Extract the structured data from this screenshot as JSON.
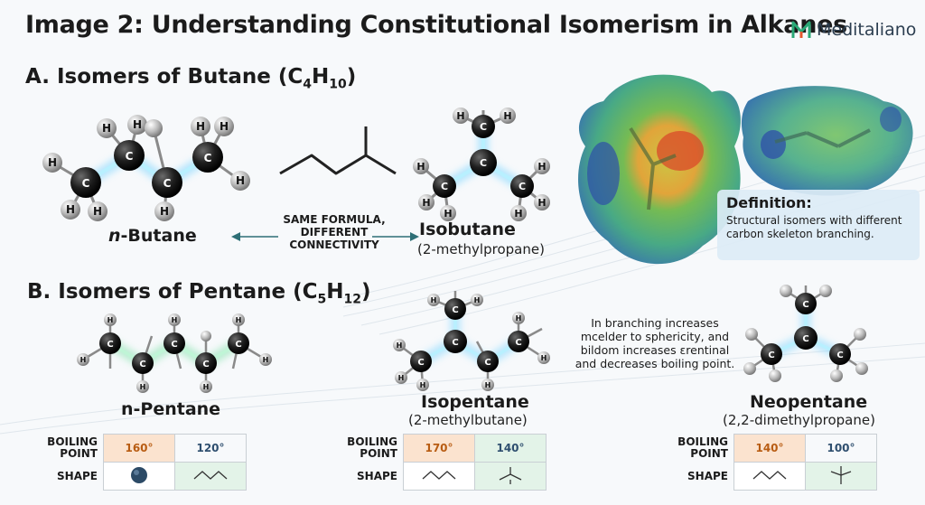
{
  "header": {
    "title": "Image 2: Understanding Constitutional Isomerism in Alkanes",
    "brand": "Meditaliano"
  },
  "section_a": {
    "title_prefix": "A. Isomers of Butane (C",
    "sub1": "4",
    "mid": "H",
    "sub2": "10",
    "suffix": ")",
    "n_butane_italic": "n",
    "n_butane_rest": "-Butane",
    "isobutane_name": "Isobutane",
    "isobutane_sub": "(2-methylpropane)",
    "connector_label_1": "SAME FORMULA,",
    "connector_label_2": "DIFFERENT",
    "connector_label_3": "CONNECTIVITY"
  },
  "definition": {
    "title": "Definition:",
    "text": "Structural isomers with different carbon skeleton branching."
  },
  "section_b": {
    "title_prefix": "B. Isomers of Pentane (C",
    "sub1": "5",
    "mid": "H",
    "sub2": "12",
    "suffix": ")",
    "n_pentane": "n-Pentane",
    "isopentane_name": "Isopentane",
    "isopentane_sub": "(2-methylbutane)",
    "neopentane_name": "Neopentane",
    "neopentane_sub": "(2,2-dimethylpropane)",
    "note": "In branching increases mcelder to sphericity, and bildom increases εrentinal and decreases boiling point."
  },
  "atoms": {
    "carbon": "C",
    "hydrogen": "H"
  },
  "tables": [
    {
      "bp_label": "BOILING\nPOINT",
      "shape_label": "SHAPE",
      "val1": "160°",
      "val2": "120°"
    },
    {
      "bp_label": "BOILING\nPOINT",
      "shape_label": "SHAPE",
      "val1": "170°",
      "val2": "140°"
    },
    {
      "bp_label": "BOILING\nPOINT",
      "shape_label": "SHAPE",
      "val1": "140°",
      "val2": "100°"
    }
  ],
  "colors": {
    "carbon": "#222222",
    "hydrogen": "#9a9a9a",
    "bond_glow": "#7fd6ff",
    "accent_orange": "#b85c12",
    "accent_blue": "#2f4f6f"
  }
}
